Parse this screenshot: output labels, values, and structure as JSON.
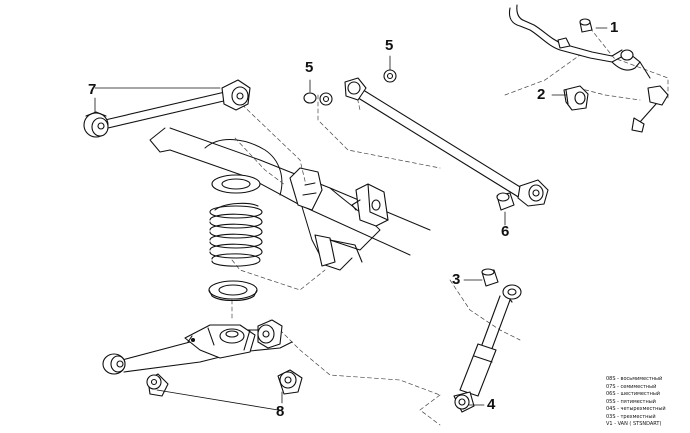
{
  "callouts": {
    "c1": "1",
    "c2": "2",
    "c3": "3",
    "c4": "4",
    "c5a": "5",
    "c5b": "5",
    "c6": "6",
    "c7": "7",
    "c8": "8"
  },
  "legend": [
    "08S - восьмиместный",
    "07S - семиместный",
    "06S - шестиместный",
    "05S - пятиместный",
    "04S - четырехместный",
    "03S - трехместный",
    "V1 - VAN ( STSNDART)"
  ],
  "colors": {
    "line": "#111111",
    "fill": "#ffffff",
    "dashed": "#333333"
  }
}
